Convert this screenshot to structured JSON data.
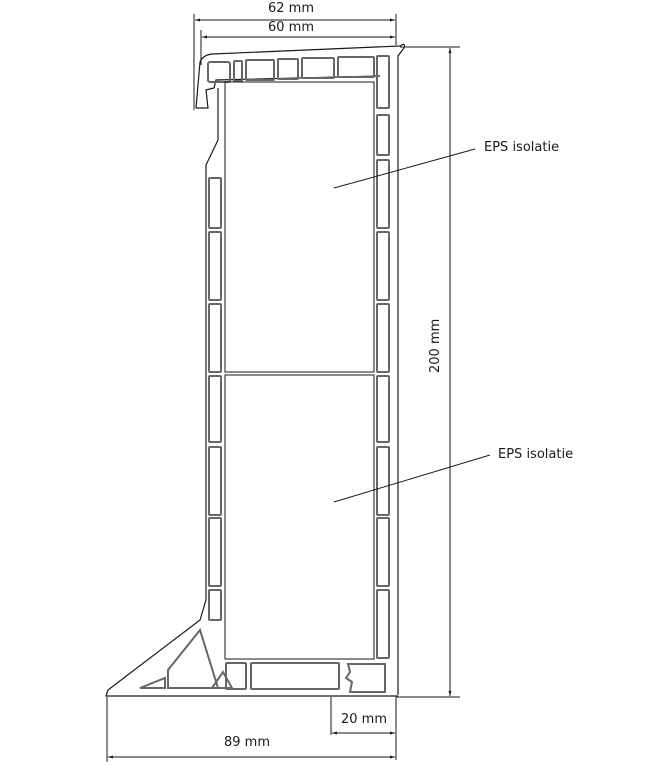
{
  "diagram": {
    "type": "technical-cross-section",
    "dimensions": {
      "top_outer": "62 mm",
      "top_inner": "60 mm",
      "height": "200 mm",
      "foot_offset": "20 mm",
      "base_width": "89 mm"
    },
    "annotations": [
      {
        "label": "EPS isolatie"
      },
      {
        "label": "EPS isolatie"
      }
    ],
    "colors": {
      "line": "#1a1a1a",
      "profile": "#555555",
      "background": "#ffffff"
    }
  }
}
